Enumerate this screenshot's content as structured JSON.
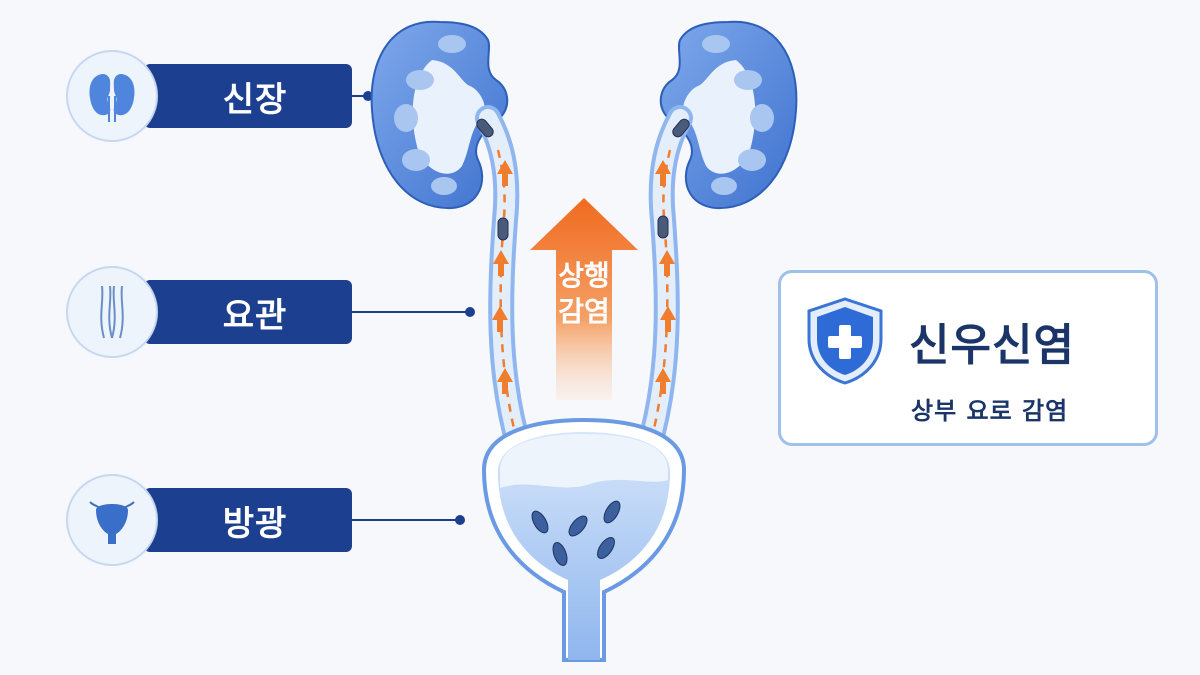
{
  "labels": {
    "kidney": "신장",
    "ureter": "요관",
    "bladder": "방광"
  },
  "ascending": {
    "line1": "상행",
    "line2": "감염"
  },
  "info": {
    "title": "신우신염",
    "subtitle": "상부 요로 감염"
  },
  "colors": {
    "navy": "#1d3f8f",
    "organ_blue": "#5b8fe0",
    "orange": "#f07c2e",
    "card_border": "#9fc0e8"
  },
  "icons": {
    "kidney": "kidney-icon",
    "ureter": "ureter-icon",
    "bladder": "bladder-icon",
    "shield": "shield-cross-icon"
  }
}
